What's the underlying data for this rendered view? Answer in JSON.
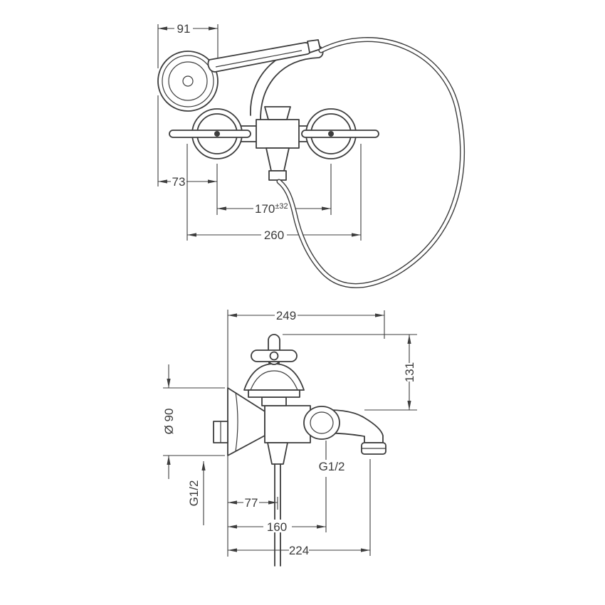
{
  "drawing": {
    "ink_color": "#3d3d3d",
    "background_color": "#ffffff"
  },
  "front_view": {
    "dim_shower_head_width": "91",
    "dim_left_offset": "73",
    "dim_valve_centers": "170",
    "dim_valve_centers_tolerance": "±32",
    "dim_overall_width": "260"
  },
  "side_view": {
    "dim_depth_total": "249",
    "dim_height": "131",
    "dim_escutcheon_diameter": "Ø 90",
    "thread_spout_outlet": "G1/2",
    "thread_wall_connection": "G1/2",
    "dim_hose_outlet": "77",
    "dim_mid_projection": "160",
    "dim_spout_projection": "224"
  }
}
